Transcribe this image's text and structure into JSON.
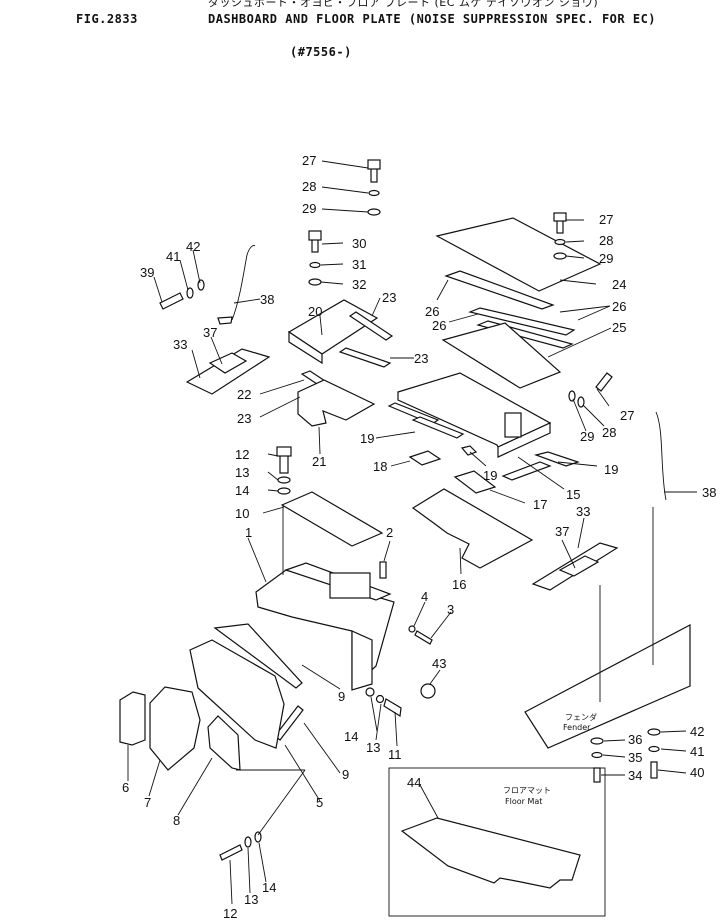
{
  "header": {
    "japanese_caption": "ダッシュボード・オヨビ・フロア プレート (EC ムケ テイソウオン ショウ)",
    "figure_number": "FIG.2833",
    "title": "DASHBOARD AND FLOOR PLATE (NOISE SUPPRESSION SPEC. FOR EC)",
    "serial_range": "(#7556-)"
  },
  "callouts": {
    "c1": "1",
    "c2": "2",
    "c3": "3",
    "c4": "4",
    "c5": "5",
    "c6": "6",
    "c7": "7",
    "c8": "8",
    "c9a": "9",
    "c9b": "9",
    "c10": "10",
    "c11": "11",
    "c12a": "12",
    "c12b": "12",
    "c13a": "13",
    "c13b": "13",
    "c13c": "13",
    "c14a": "14",
    "c14b": "14",
    "c14c": "14",
    "c15": "15",
    "c16": "16",
    "c17": "17",
    "c18": "18",
    "c19a": "19",
    "c19b": "19",
    "c19c": "19",
    "c20": "20",
    "c21": "21",
    "c22": "22",
    "c23a": "23",
    "c23b": "23",
    "c23c": "23",
    "c24": "24",
    "c25": "25",
    "c26a": "26",
    "c26b": "26",
    "c26c": "26",
    "c27a": "27",
    "c27b": "27",
    "c27c": "27",
    "c28a": "28",
    "c28b": "28",
    "c28c": "28",
    "c29a": "29",
    "c29b": "29",
    "c29c": "29",
    "c30": "30",
    "c31": "31",
    "c32": "32",
    "c33a": "33",
    "c33b": "33",
    "c34": "34",
    "c35": "35",
    "c36": "36",
    "c37a": "37",
    "c37b": "37",
    "c38a": "38",
    "c38b": "38",
    "c39": "39",
    "c40": "40",
    "c41a": "41",
    "c41b": "41",
    "c42a": "42",
    "c42b": "42",
    "c43": "43",
    "c44": "44"
  },
  "inset": {
    "label_jp": "フロアマット",
    "label_en": "Floor Mat"
  },
  "fender": {
    "label_jp": "フェンダ",
    "label_en": "Fender"
  }
}
